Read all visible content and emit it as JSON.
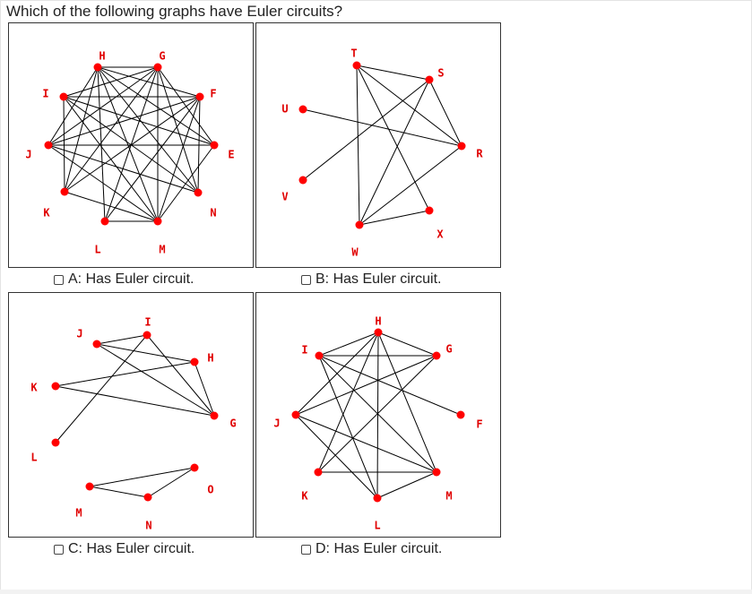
{
  "question": "Which of the following graphs have Euler circuits?",
  "colors": {
    "vertex": "#ff0000",
    "edge": "#000000",
    "label": "#e00000"
  },
  "options": [
    {
      "id": "A",
      "label": "A: Has Euler circuit."
    },
    {
      "id": "B",
      "label": "B: Has Euler circuit."
    },
    {
      "id": "C",
      "label": "C: Has Euler circuit."
    },
    {
      "id": "D",
      "label": "D: Has Euler circuit."
    }
  ],
  "graphs": [
    {
      "id": "A",
      "vertices": [
        "H",
        "G",
        "F",
        "E",
        "N",
        "M",
        "L",
        "K",
        "J",
        "I"
      ],
      "edges": [
        [
          "H",
          "G"
        ],
        [
          "H",
          "M"
        ],
        [
          "H",
          "K"
        ],
        [
          "H",
          "N"
        ],
        [
          "H",
          "E"
        ],
        [
          "H",
          "F"
        ],
        [
          "H",
          "J"
        ],
        [
          "H",
          "L"
        ],
        [
          "G",
          "M"
        ],
        [
          "G",
          "K"
        ],
        [
          "G",
          "L"
        ],
        [
          "G",
          "N"
        ],
        [
          "G",
          "E"
        ],
        [
          "G",
          "I"
        ],
        [
          "G",
          "J"
        ],
        [
          "I",
          "F"
        ],
        [
          "I",
          "K"
        ],
        [
          "I",
          "M"
        ],
        [
          "I",
          "E"
        ],
        [
          "I",
          "N"
        ],
        [
          "F",
          "K"
        ],
        [
          "F",
          "J"
        ],
        [
          "F",
          "M"
        ],
        [
          "F",
          "N"
        ],
        [
          "F",
          "L"
        ],
        [
          "J",
          "E"
        ],
        [
          "J",
          "N"
        ],
        [
          "J",
          "M"
        ],
        [
          "L",
          "M"
        ],
        [
          "M",
          "K"
        ],
        [
          "M",
          "E"
        ]
      ]
    },
    {
      "id": "B",
      "vertices": [
        "T",
        "S",
        "R",
        "X",
        "W",
        "V",
        "U"
      ],
      "edges": [
        [
          "T",
          "S"
        ],
        [
          "T",
          "W"
        ],
        [
          "T",
          "R"
        ],
        [
          "T",
          "X"
        ],
        [
          "S",
          "W"
        ],
        [
          "S",
          "R"
        ],
        [
          "S",
          "V"
        ],
        [
          "U",
          "R"
        ],
        [
          "R",
          "W"
        ],
        [
          "W",
          "X"
        ]
      ]
    },
    {
      "id": "C",
      "vertices": [
        "I",
        "H",
        "G",
        "O",
        "N",
        "M",
        "L",
        "K",
        "J"
      ],
      "edges": [
        [
          "J",
          "I"
        ],
        [
          "J",
          "H"
        ],
        [
          "J",
          "G"
        ],
        [
          "I",
          "L"
        ],
        [
          "I",
          "G"
        ],
        [
          "K",
          "H"
        ],
        [
          "K",
          "G"
        ],
        [
          "H",
          "G"
        ],
        [
          "M",
          "N"
        ],
        [
          "N",
          "O"
        ],
        [
          "M",
          "O"
        ]
      ]
    },
    {
      "id": "D",
      "vertices": [
        "H",
        "G",
        "F",
        "M",
        "L",
        "K",
        "J",
        "I"
      ],
      "edges": [
        [
          "H",
          "I"
        ],
        [
          "H",
          "J"
        ],
        [
          "H",
          "K"
        ],
        [
          "H",
          "L"
        ],
        [
          "H",
          "M"
        ],
        [
          "H",
          "G"
        ],
        [
          "I",
          "G"
        ],
        [
          "I",
          "L"
        ],
        [
          "I",
          "M"
        ],
        [
          "I",
          "F"
        ],
        [
          "J",
          "G"
        ],
        [
          "J",
          "M"
        ],
        [
          "J",
          "L"
        ],
        [
          "K",
          "G"
        ],
        [
          "K",
          "M"
        ],
        [
          "L",
          "M"
        ]
      ]
    }
  ]
}
